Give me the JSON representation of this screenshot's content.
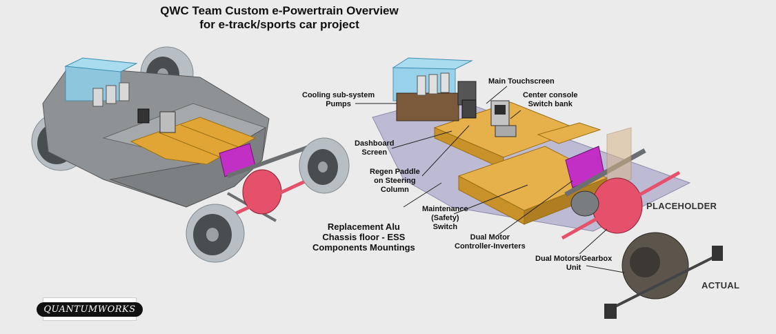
{
  "title": {
    "line1": "QWC Team Custom e-Powertrain Overview",
    "line2": "for e-track/sports car project"
  },
  "labels": {
    "cooling": [
      "Cooling sub-system",
      "Pumps"
    ],
    "main_touchscreen": "Main Touchscreen",
    "center_console": [
      "Center console",
      "Switch bank"
    ],
    "dashboard_screen": [
      "Dashboard",
      "Screen"
    ],
    "regen_paddle": [
      "Regen Paddle",
      "on Steering",
      "Column"
    ],
    "maintenance_switch": [
      "Maintenance",
      "(Safety)",
      "Switch"
    ],
    "chassis_floor": [
      "Replacement Alu",
      "Chassis floor - ESS",
      "Components Mountings"
    ],
    "motor_controllers": [
      "Dual Motor",
      "Controller-Inverters"
    ],
    "gearbox_unit": [
      "Dual Motors/Gearbox",
      "Unit"
    ],
    "placeholder": "PLACEHOLDER",
    "actual": "ACTUAL"
  },
  "logo": {
    "text": "QUANTUMWORKS"
  },
  "colors": {
    "background": "#ebebeb",
    "chassis_gray": "#8f9294",
    "battery_orange": "#e0a535",
    "controller_magenta": "#c22fc4",
    "motor_pink": "#e5506a",
    "coolant_blue": "#8ed0ea",
    "floor_lavender": "#bdbbd4",
    "tire_gray": "#b7bfc4"
  }
}
